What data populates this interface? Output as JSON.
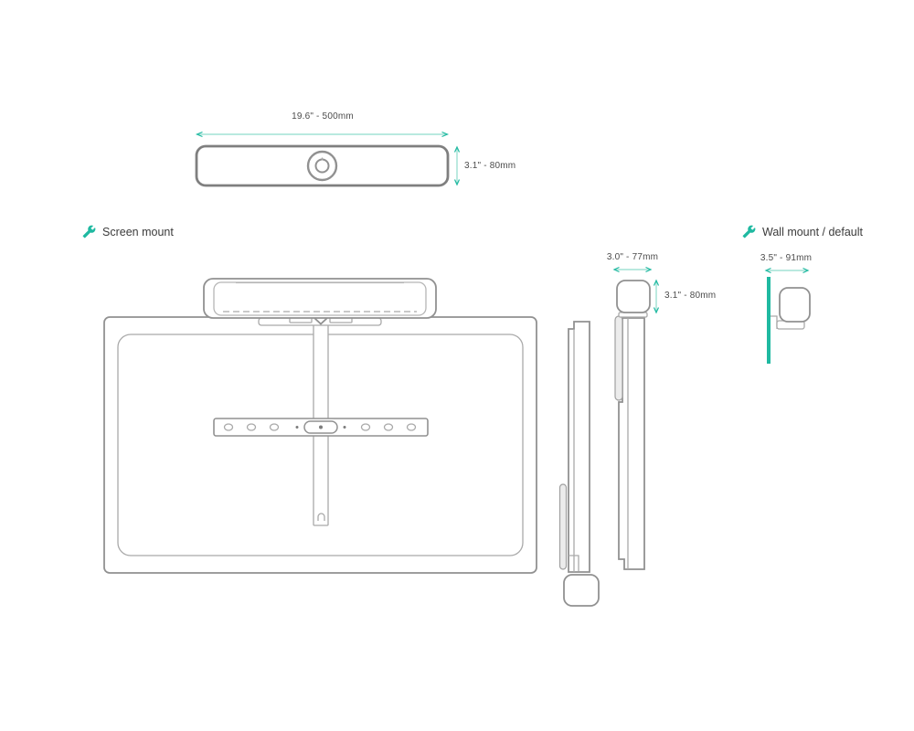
{
  "front_view": {
    "width_label": "19.6\" - 500mm",
    "height_label": "3.1\" - 80mm"
  },
  "screen_mount": {
    "label": "Screen mount"
  },
  "side_views": {
    "depth_label": "3.0\" - 77mm",
    "height_label": "3.1\" - 80mm"
  },
  "wall_mount": {
    "label": "Wall mount / default",
    "width_label": "3.5\" - 91mm"
  },
  "icons": {
    "screen_mount": "wrench-icon",
    "wall_mount": "wrench-icon"
  },
  "colors": {
    "accent": "#1fb9a1",
    "dimline": "#8fdccc"
  }
}
